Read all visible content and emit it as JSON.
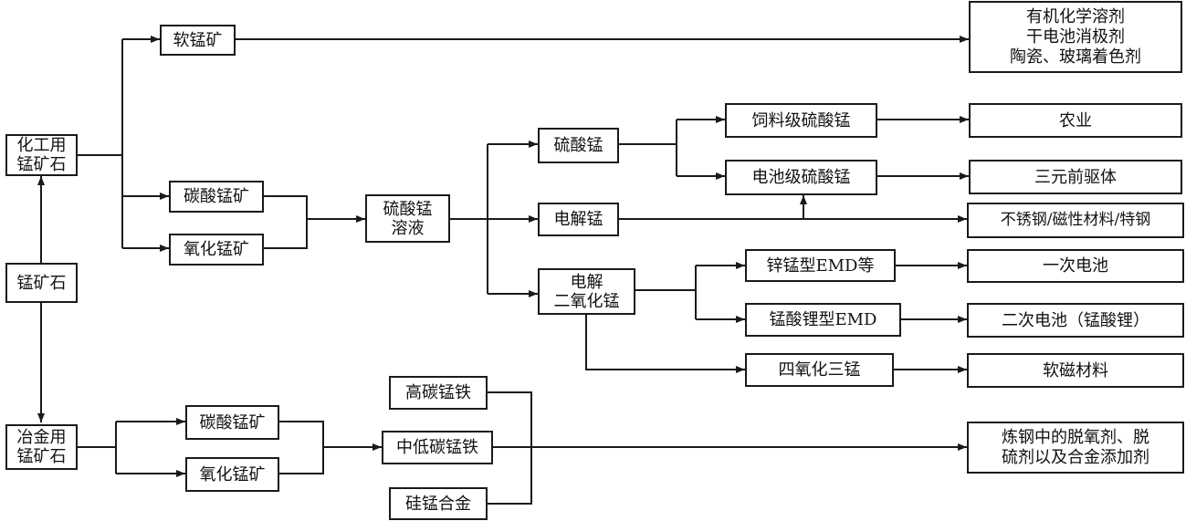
{
  "nodes": {
    "ore": "锰矿石",
    "chem_ore": "化工用\n锰矿石",
    "met_ore": "冶金用\n锰矿石",
    "pyrolusite": "软锰矿",
    "carbonate_top": "碳酸锰矿",
    "oxide_top": "氧化锰矿",
    "mnso4_solution": "硫酸锰\n溶液",
    "mnso4": "硫酸锰",
    "electrolytic_mn": "电解锰",
    "emd": "电解\n二氧化锰",
    "feed_mnso4": "饲料级硫酸锰",
    "battery_mnso4": "电池级硫酸锰",
    "zinc_emd": "锌锰型EMD等",
    "lithium_emd": "锰酸锂型EMD",
    "mn3o4": "四氧化三锰",
    "out_solvents": "有机化学溶剂\n干电池消极剂\n陶瓷、玻璃着色剂",
    "out_agri": "农业",
    "out_precursor": "三元前驱体",
    "out_steel": "不锈钢/磁性材料/特钢",
    "out_primary": "一次电池",
    "out_secondary": "二次电池（锰酸锂）",
    "out_soft": "软磁材料",
    "carbonate_bottom": "碳酸锰矿",
    "oxide_bottom": "氧化锰矿",
    "high_c_femn": "高碳锰铁",
    "mid_low_c_femn": "中低碳锰铁",
    "simn": "硅锰合金",
    "out_steelmaking": "炼钢中的脱氧剂、脱\n硫剂以及合金添加剂"
  }
}
